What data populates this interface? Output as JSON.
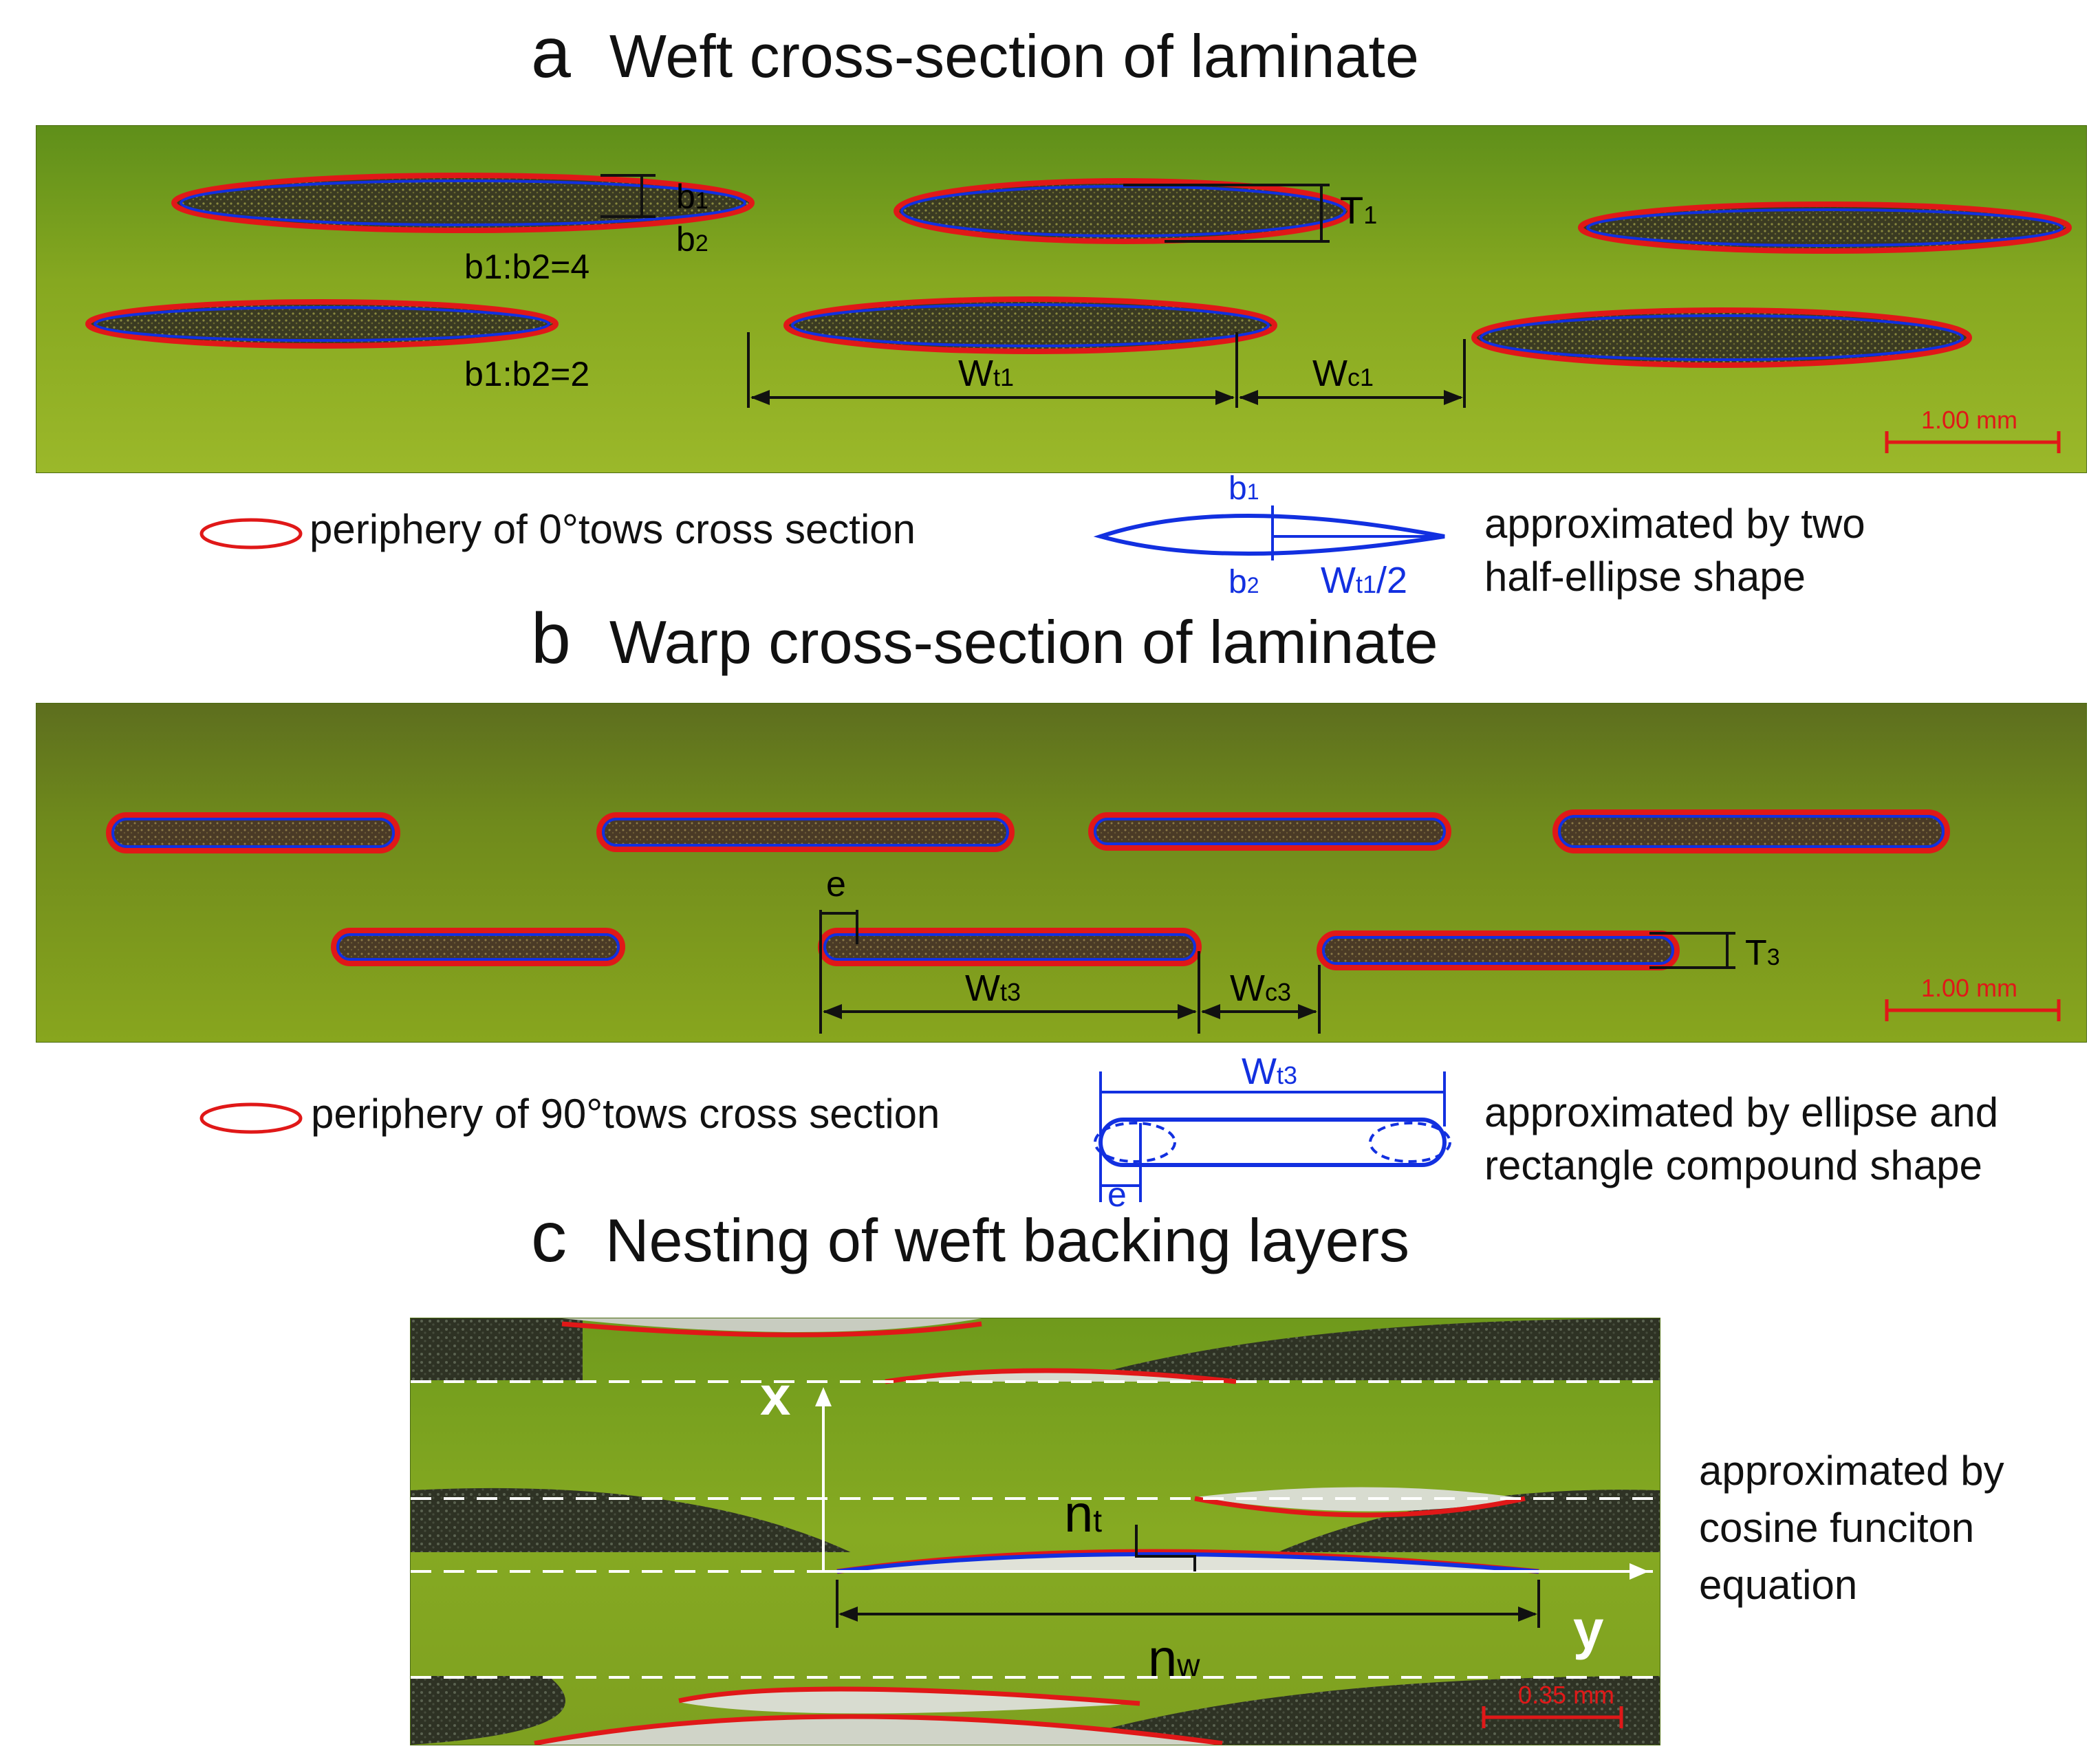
{
  "panels": [
    {
      "letter": "a",
      "title": "Weft cross-section of laminate"
    },
    {
      "letter": "b",
      "title": "Warp cross-section of laminate"
    },
    {
      "letter": "c",
      "title": "Nesting of weft backing layers"
    }
  ],
  "panel_a": {
    "labels": {
      "b1": "b",
      "b1_sub": "1",
      "b2": "b",
      "b2_sub": "2",
      "T1": "T",
      "T1_sub": "1",
      "ratio_top": "b1:b2=4",
      "ratio_bottom": "b1:b2=2",
      "Wt1": "W",
      "Wt1_sub": "t1",
      "Wc1": "W",
      "Wc1_sub": "c1"
    },
    "scale_bar": "1.00 mm",
    "legend_left": "periphery of 0°tows cross section",
    "schematic": {
      "b1": "b",
      "b1_sub": "1",
      "b2": "b",
      "b2_sub": "2",
      "w": "W",
      "w_sub": "t1",
      "w_tail": "/2"
    },
    "legend_right": [
      "approximated by two",
      "half-ellipse shape"
    ]
  },
  "panel_b": {
    "labels": {
      "e": "e",
      "T3": "T",
      "T3_sub": "3",
      "Wt3": "W",
      "Wt3_sub": "t3",
      "Wc3": "W",
      "Wc3_sub": "c3"
    },
    "scale_bar": "1.00 mm",
    "legend_left": "periphery of 90°tows cross section",
    "schematic": {
      "w": "W",
      "w_sub": "t3",
      "e": "e"
    },
    "legend_right": [
      "approximated by ellipse and",
      "rectangle compound shape"
    ]
  },
  "panel_c": {
    "labels": {
      "x": "x",
      "y": "y",
      "nt": "n",
      "nt_sub": "t",
      "nw": "n",
      "nw_sub": "w"
    },
    "scale_bar": "0.35 mm",
    "legend_right": [
      "approximated by",
      "cosine funciton",
      "equation"
    ]
  },
  "colors": {
    "photo_green": "#7fa21c",
    "tow_dark": "#3a3a22",
    "periphery_red": "#e01818",
    "fit_blue": "#1230e0"
  }
}
